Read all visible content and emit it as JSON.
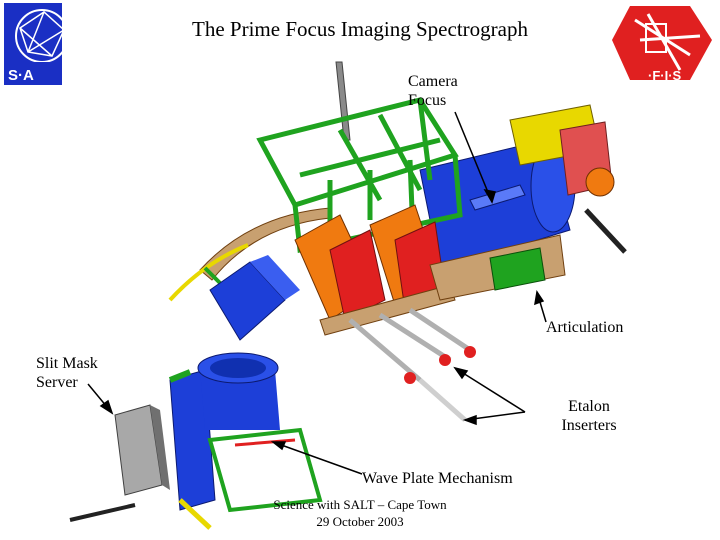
{
  "slide": {
    "title": "The Prime Focus Imaging Spectrograph",
    "footer": "Science with SALT – Cape Town\n29 October 2003"
  },
  "logos": {
    "left_text": "S·A",
    "right_text": "·F·I·S"
  },
  "labels": {
    "camera_focus": "Camera\nFocus",
    "articulation": "Articulation",
    "slit_mask_server": "Slit Mask\nServer",
    "etalon_inserters": "Etalon\nInserters",
    "wave_plate_mechanism": "Wave Plate Mechanism"
  },
  "colors": {
    "frame_green": "#1fa31f",
    "camera_blue": "#1d3fd8",
    "orange": "#f07a10",
    "red": "#e02020",
    "yellow": "#e8d800",
    "tan": "#c8a070",
    "grey": "#a0a0a0"
  }
}
